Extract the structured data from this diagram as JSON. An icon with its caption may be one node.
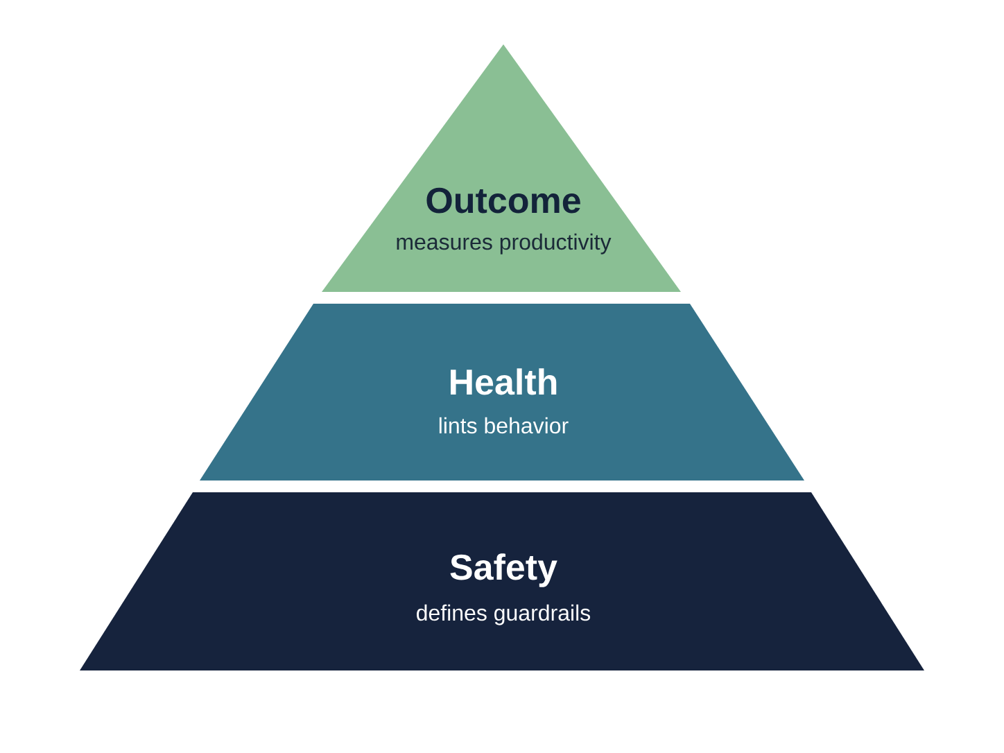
{
  "diagram": {
    "nodes": [
      {
        "text": [
          "Outcome",
          "measures productivity"
        ]
      },
      {
        "text": [
          "Health",
          "lints behavior"
        ]
      },
      {
        "text": [
          "Safety",
          "defines guardrails"
        ]
      }
    ]
  }
}
